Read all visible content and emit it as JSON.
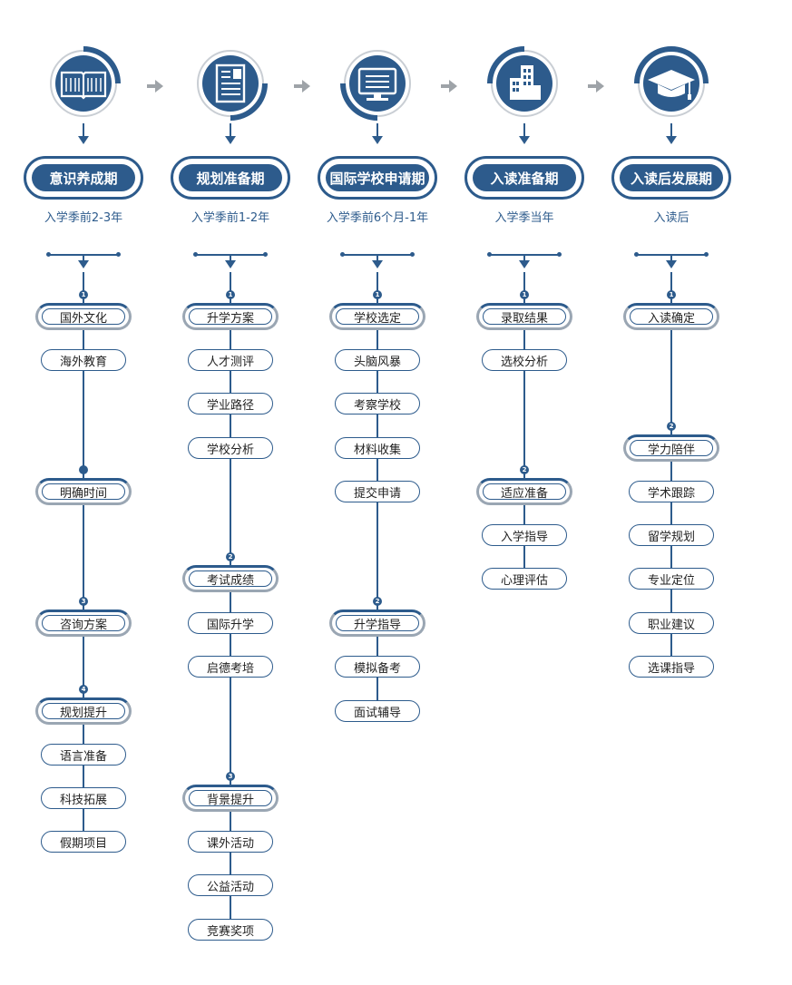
{
  "columns": [
    {
      "icon": "open-book-icon",
      "phase": "意识养成期",
      "timing": "入学季前2-3年",
      "groups": [
        {
          "badge": "1",
          "items": [
            "国外文化",
            "海外教育"
          ]
        },
        {
          "badge": "",
          "items": [
            "明确时间"
          ]
        },
        {
          "badge": "3",
          "items": [
            "咨询方案"
          ]
        },
        {
          "badge": "4",
          "items": [
            "规划提升",
            "语言准备",
            "科技拓展",
            "假期项目"
          ]
        }
      ]
    },
    {
      "icon": "document-icon",
      "phase": "规划准备期",
      "timing": "入学季前1-2年",
      "groups": [
        {
          "badge": "1",
          "items": [
            "升学方案",
            "人才测评",
            "学业路径",
            "学校分析"
          ]
        },
        {
          "badge": "2",
          "items": [
            "考试成绩",
            "国际升学",
            "启德考培"
          ]
        },
        {
          "badge": "3",
          "items": [
            "背景提升",
            "课外活动",
            "公益活动",
            "竞赛奖项"
          ]
        }
      ]
    },
    {
      "icon": "monitor-icon",
      "phase": "国际学校申请期",
      "timing": "入学季前6个月-1年",
      "groups": [
        {
          "badge": "1",
          "items": [
            "学校选定",
            "头脑风暴",
            "考察学校",
            "材料收集",
            "提交申请"
          ]
        },
        {
          "badge": "2",
          "items": [
            "升学指导",
            "模拟备考",
            "面试辅导"
          ]
        }
      ]
    },
    {
      "icon": "building-icon",
      "phase": "入读准备期",
      "timing": "入学季当年",
      "groups": [
        {
          "badge": "1",
          "items": [
            "录取结果",
            "选校分析"
          ]
        },
        {
          "badge": "2",
          "items": [
            "适应准备",
            "入学指导",
            "心理评估"
          ]
        }
      ]
    },
    {
      "icon": "graduation-cap-icon",
      "phase": "入读后发展期",
      "timing": "入读后",
      "groups": [
        {
          "badge": "1",
          "items": [
            "入读确定"
          ]
        },
        {
          "badge": "2",
          "items": [
            "学力陪伴",
            "学术跟踪",
            "留学规划",
            "专业定位",
            "职业建议",
            "选课指导"
          ]
        }
      ]
    }
  ],
  "colors": {
    "primary": "#2d5b8c",
    "ring": "#2d5b8c",
    "arrow": "#9ea3a8",
    "text": "#222222"
  }
}
